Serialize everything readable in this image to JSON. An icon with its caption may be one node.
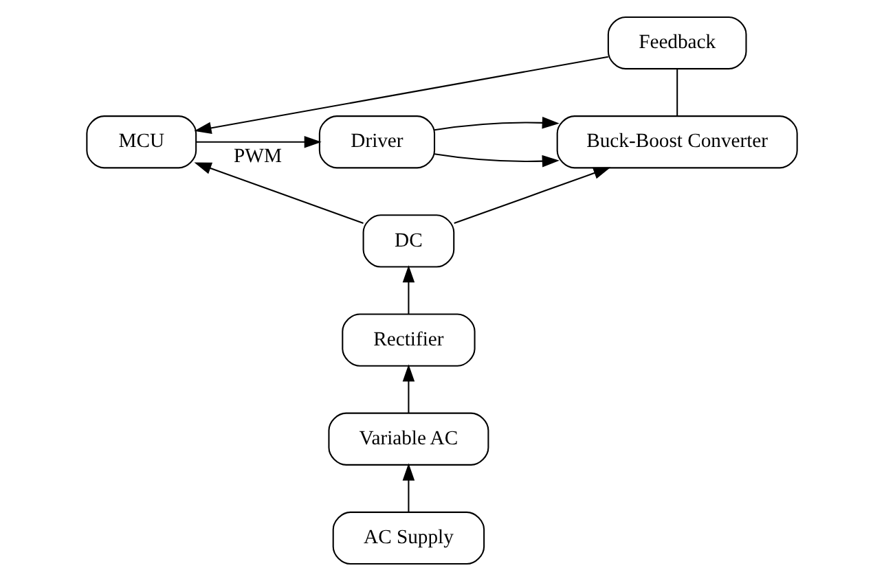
{
  "diagram": {
    "nodes": [
      {
        "text": [
          "Feedback"
        ]
      },
      {
        "text": [
          "MCU"
        ]
      },
      {
        "text": [
          "Driver"
        ]
      },
      {
        "text": [
          "Buck-Boost Converter"
        ]
      },
      {
        "text": [
          "DC"
        ]
      },
      {
        "text": [
          "Rectifier"
        ]
      },
      {
        "text": [
          "Variable AC"
        ]
      },
      {
        "text": [
          "AC Supply"
        ]
      }
    ],
    "edges": [
      {
        "from": 3,
        "to": 0,
        "arrow": "none"
      },
      {
        "from": 0,
        "to": 1,
        "arrow": "to"
      },
      {
        "from": 1,
        "to": 2,
        "arrow": "to",
        "label": "PWM"
      },
      {
        "from": 2,
        "to": 3,
        "arrow": "to"
      },
      {
        "from": 2,
        "to": 3,
        "arrow": "to"
      },
      {
        "from": 4,
        "to": 1,
        "arrow": "to"
      },
      {
        "from": 4,
        "to": 3,
        "arrow": "to"
      },
      {
        "from": 5,
        "to": 4,
        "arrow": "to"
      },
      {
        "from": 6,
        "to": 5,
        "arrow": "to"
      },
      {
        "from": 7,
        "to": 6,
        "arrow": "to"
      }
    ]
  }
}
